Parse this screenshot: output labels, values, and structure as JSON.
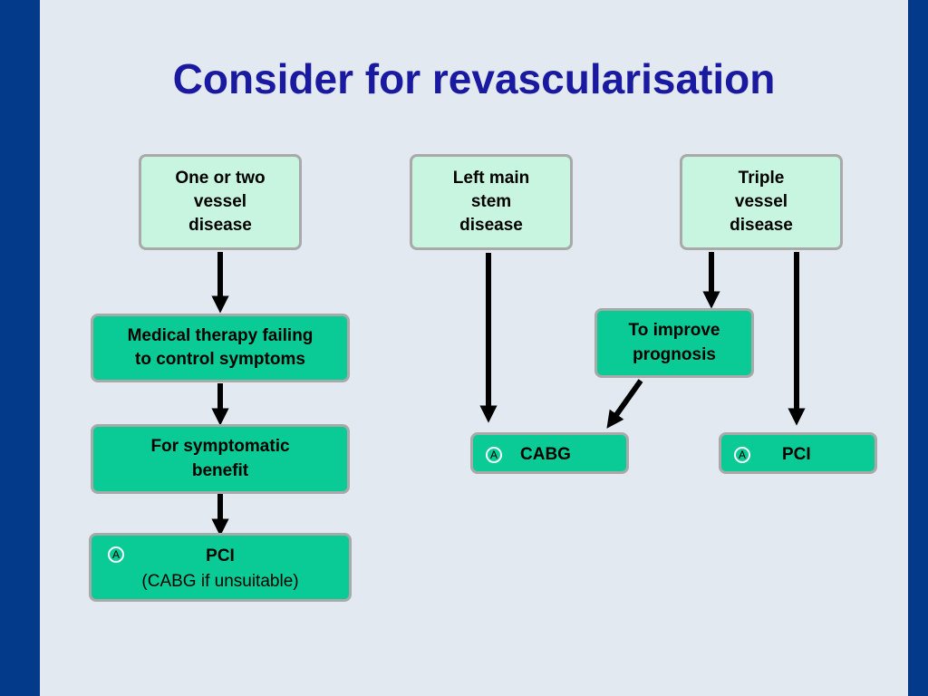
{
  "title": "Consider for revascularisation",
  "colors": {
    "background": "#e3e9f1",
    "side_bar": "#033a8a",
    "title": "#1a1aa0",
    "light_box": "#c8f5df",
    "green_box": "#0acb95",
    "box_border": "#a9a9a9"
  },
  "boxes": {
    "one_two_vessel": {
      "lines": [
        "One or two",
        "vessel",
        "disease"
      ]
    },
    "left_main": {
      "lines": [
        "Left main",
        "stem",
        "disease"
      ]
    },
    "triple_vessel": {
      "lines": [
        "Triple",
        "vessel",
        "disease"
      ]
    },
    "medical_therapy": {
      "lines": [
        "Medical therapy failing",
        "to control symptoms"
      ]
    },
    "symptomatic": {
      "lines": [
        "For symptomatic",
        "benefit"
      ]
    },
    "improve_prognosis": {
      "lines": [
        "To improve",
        "prognosis"
      ]
    },
    "pci_left": {
      "label": "PCI",
      "sub": "(CABG if unsuitable)",
      "badge": "A"
    },
    "cabg": {
      "label": "CABG",
      "badge": "A"
    },
    "pci_right": {
      "label": "PCI",
      "badge": "A"
    }
  }
}
